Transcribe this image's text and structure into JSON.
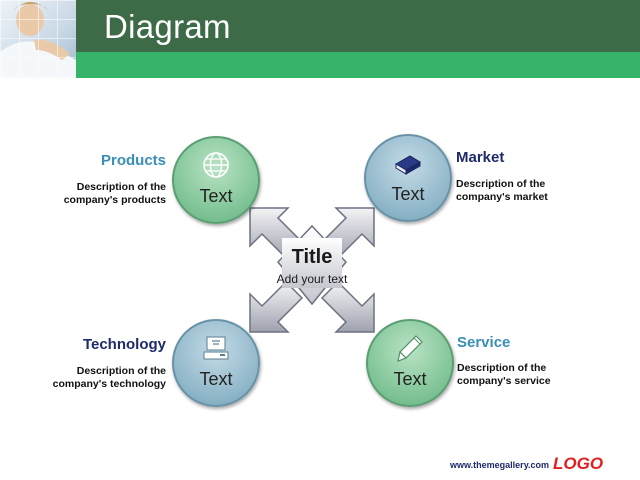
{
  "header": {
    "title": "Diagram"
  },
  "center": {
    "title": "Title",
    "subtitle": "Add your text"
  },
  "nodes": [
    {
      "id": "products",
      "heading": "Products",
      "circle_text": "Text",
      "description": [
        "Description of the",
        "company's products"
      ],
      "icon": "globe-icon"
    },
    {
      "id": "market",
      "heading": "Market",
      "circle_text": "Text",
      "description": [
        "Description of the",
        "company's market"
      ],
      "icon": "book-icon"
    },
    {
      "id": "technology",
      "heading": "Technology",
      "circle_text": "Text",
      "description": [
        "Description of the",
        "company's technology"
      ],
      "icon": "computer-icon"
    },
    {
      "id": "service",
      "heading": "Service",
      "circle_text": "Text",
      "description": [
        "Description of the",
        "company's service"
      ],
      "icon": "pen-icon"
    }
  ],
  "footer": {
    "url": "www.themegallery.com",
    "logo": "LOGO"
  },
  "colors": {
    "header_dark": "#3e6b47",
    "header_green": "#35b46a",
    "circle_green": "#7cc294",
    "circle_blue": "#8db5c8",
    "heading_light_blue": "#3a8fb7",
    "heading_navy": "#1f2a6b",
    "logo_red": "#e02020"
  }
}
